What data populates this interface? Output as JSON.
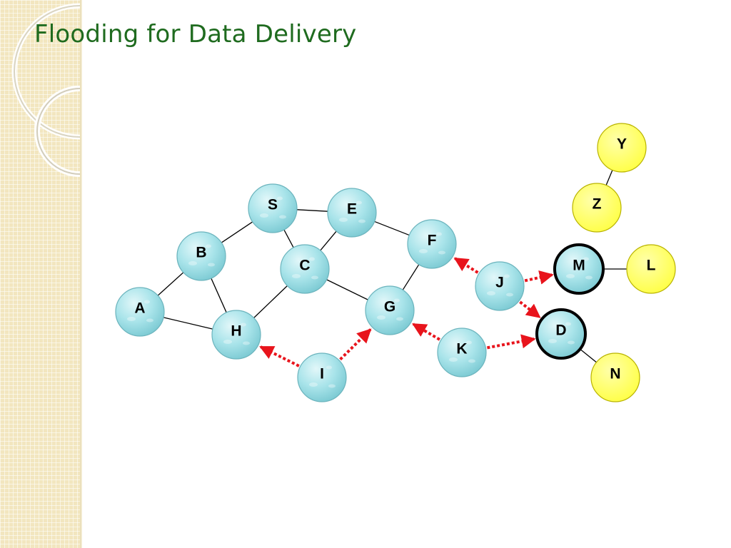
{
  "slide": {
    "title": "Flooding for Data Delivery"
  },
  "colors": {
    "title": "#1f6b1f",
    "node_fill": "#a9e4ea",
    "node_stroke": "#6cb4bd",
    "highlight_fill": "#ffff66",
    "highlight_stroke": "#b9b300",
    "arrow": "#e8141c",
    "link": "#000000"
  },
  "nodes": [
    {
      "id": "S",
      "label": "S",
      "style": "network"
    },
    {
      "id": "E",
      "label": "E",
      "style": "network"
    },
    {
      "id": "B",
      "label": "B",
      "style": "network"
    },
    {
      "id": "C",
      "label": "C",
      "style": "network"
    },
    {
      "id": "F",
      "label": "F",
      "style": "network"
    },
    {
      "id": "A",
      "label": "A",
      "style": "network"
    },
    {
      "id": "G",
      "label": "G",
      "style": "network"
    },
    {
      "id": "H",
      "label": "H",
      "style": "network"
    },
    {
      "id": "I",
      "label": "I",
      "style": "network"
    },
    {
      "id": "J",
      "label": "J",
      "style": "network"
    },
    {
      "id": "K",
      "label": "K",
      "style": "network"
    },
    {
      "id": "M",
      "label": "M",
      "style": "network-bold"
    },
    {
      "id": "D",
      "label": "D",
      "style": "network-bold"
    },
    {
      "id": "Y",
      "label": "Y",
      "style": "highlight"
    },
    {
      "id": "Z",
      "label": "Z",
      "style": "highlight"
    },
    {
      "id": "L",
      "label": "L",
      "style": "highlight"
    },
    {
      "id": "N",
      "label": "N",
      "style": "highlight"
    }
  ],
  "links": [
    [
      "S",
      "E"
    ],
    [
      "S",
      "B"
    ],
    [
      "S",
      "C"
    ],
    [
      "E",
      "C"
    ],
    [
      "E",
      "F"
    ],
    [
      "B",
      "A"
    ],
    [
      "B",
      "H"
    ],
    [
      "A",
      "H"
    ],
    [
      "C",
      "H"
    ],
    [
      "C",
      "G"
    ],
    [
      "F",
      "G"
    ],
    [
      "Y",
      "Z"
    ],
    [
      "M",
      "L"
    ],
    [
      "D",
      "N"
    ]
  ],
  "transmissions": [
    {
      "from": "I",
      "to": "H"
    },
    {
      "from": "I",
      "to": "G"
    },
    {
      "from": "J",
      "to": "F"
    },
    {
      "from": "J",
      "to": "M"
    },
    {
      "from": "J",
      "to": "D"
    },
    {
      "from": "K",
      "to": "G"
    },
    {
      "from": "K",
      "to": "D"
    }
  ]
}
